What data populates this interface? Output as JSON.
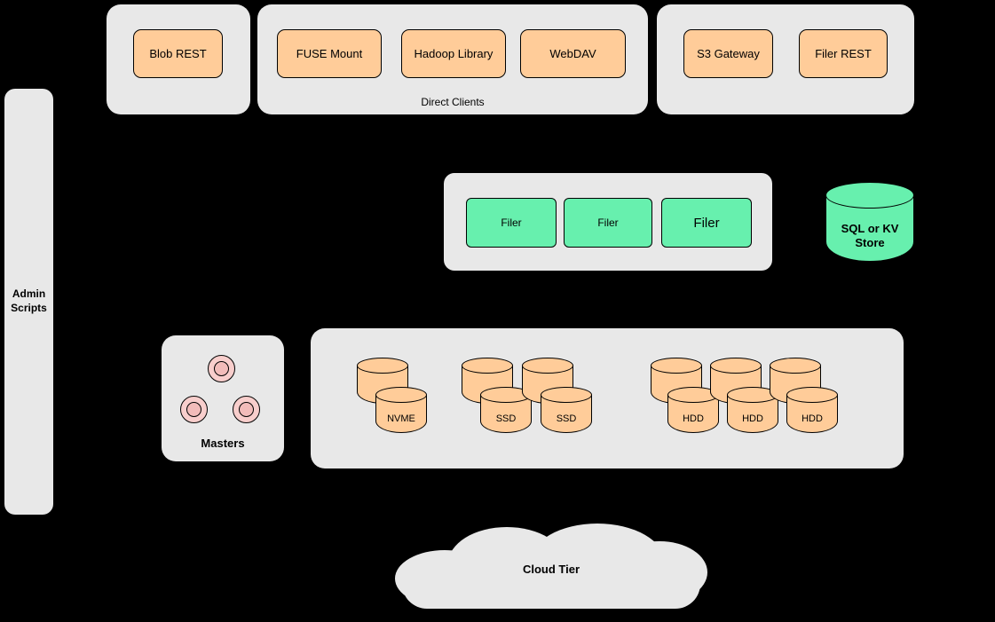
{
  "diagram": {
    "colors": {
      "background": "#000000",
      "group": "#e8e8e8",
      "client": "#ffcc99",
      "filer": "#67f0ae",
      "master": "#f8cecc",
      "master_inner": "#f2bcba",
      "stroke": "#000000"
    },
    "blob_group": {
      "buttons": [
        {
          "label": "Blob REST"
        }
      ]
    },
    "direct_clients": {
      "caption": "Direct Clients",
      "buttons": [
        {
          "label": "FUSE Mount"
        },
        {
          "label": "Hadoop Library"
        },
        {
          "label": "WebDAV"
        }
      ]
    },
    "gateways": {
      "buttons": [
        {
          "label": "S3 Gateway"
        },
        {
          "label": "Filer REST"
        }
      ]
    },
    "admin_scripts": {
      "label": "Admin Scripts"
    },
    "filers": {
      "nodes": [
        {
          "label": "Filer"
        },
        {
          "label": "Filer"
        },
        {
          "label": "Filer"
        }
      ]
    },
    "kv_store": {
      "label": "SQL or KV Store"
    },
    "masters": {
      "caption": "Masters",
      "node_count": 3
    },
    "volume_servers": {
      "stacks": [
        {
          "label": "NVME"
        },
        {
          "label": "SSD"
        },
        {
          "label": "SSD"
        },
        {
          "label": "HDD"
        },
        {
          "label": "HDD"
        },
        {
          "label": "HDD"
        }
      ]
    },
    "cloud": {
      "label": "Cloud Tier"
    }
  }
}
